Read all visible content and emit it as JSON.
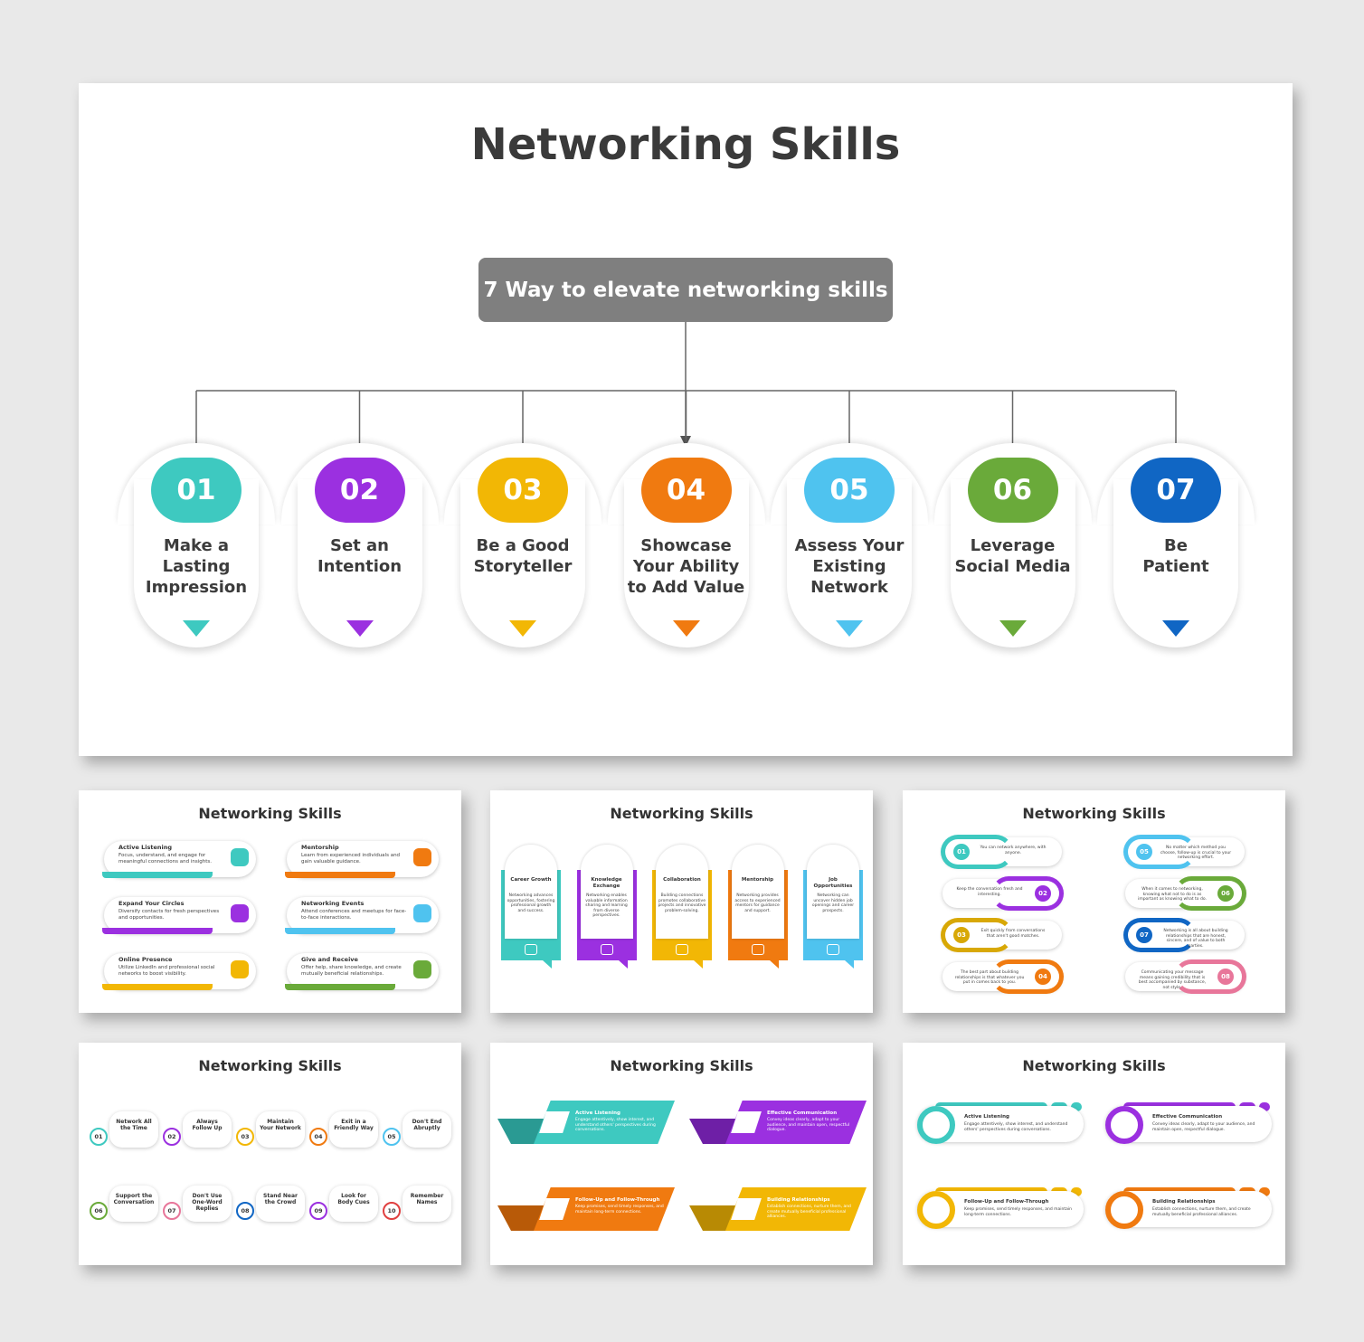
{
  "main": {
    "title": "Networking Skills",
    "subtitle": "7 Way to elevate networking skills",
    "steps": [
      {
        "num": "01",
        "label": "Make a\nLasting\nImpression",
        "color": "#3ec9c0"
      },
      {
        "num": "02",
        "label": "Set an\nIntention",
        "color": "#9b30e0"
      },
      {
        "num": "03",
        "label": "Be a Good\nStoryteller",
        "color": "#f2b705"
      },
      {
        "num": "04",
        "label": "Showcase\nYour Ability\nto Add Value",
        "color": "#f07a10"
      },
      {
        "num": "05",
        "label": "Assess Your\nExisting\nNetwork",
        "color": "#4fc3ef"
      },
      {
        "num": "06",
        "label": "Leverage\nSocial Media",
        "color": "#6aaa3a"
      },
      {
        "num": "07",
        "label": "Be\nPatient",
        "color": "#1066c4"
      }
    ]
  },
  "thumbs": {
    "t1": {
      "title": "Networking Skills",
      "items": [
        {
          "head": "Active Listening",
          "text": "Focus, understand, and engage for meaningful connections and insights.",
          "color": "#3ec9c0"
        },
        {
          "head": "Mentorship",
          "text": "Learn from experienced individuals and gain valuable guidance.",
          "color": "#f07a10"
        },
        {
          "head": "Expand Your Circles",
          "text": "Diversify contacts for fresh perspectives and opportunities.",
          "color": "#9b30e0"
        },
        {
          "head": "Networking Events",
          "text": "Attend conferences and meetups for face-to-face interactions.",
          "color": "#4fc3ef"
        },
        {
          "head": "Online Presence",
          "text": "Utilize LinkedIn and professional social networks to boost visibility.",
          "color": "#f2b705"
        },
        {
          "head": "Give and Receive",
          "text": "Offer help, share knowledge, and create mutually beneficial relationships.",
          "color": "#6aaa3a"
        }
      ]
    },
    "t2": {
      "title": "Networking Skills",
      "items": [
        {
          "head": "Career Growth",
          "text": "Networking advances opportunities, fostering professional growth and success.",
          "color": "#3ec9c0"
        },
        {
          "head": "Knowledge Exchange",
          "text": "Networking enables valuable information sharing and learning from diverse perspectives.",
          "color": "#9b30e0"
        },
        {
          "head": "Collaboration",
          "text": "Building connections promotes collaborative projects and innovative problem-solving.",
          "color": "#f2b705"
        },
        {
          "head": "Mentorship",
          "text": "Networking provides access to experienced mentors for guidance and support.",
          "color": "#f07a10"
        },
        {
          "head": "Job Opportunities",
          "text": "Networking can uncover hidden job openings and career prospects.",
          "color": "#4fc3ef"
        }
      ]
    },
    "t3": {
      "title": "Networking Skills",
      "items": [
        {
          "num": "01",
          "text": "You can network anywhere, with anyone.",
          "color": "#3ec9c0"
        },
        {
          "num": "02",
          "text": "Keep the conversation fresh and interesting.",
          "color": "#9b30e0"
        },
        {
          "num": "03",
          "text": "Exit quickly from conversations that aren't good matches.",
          "color": "#d8a806"
        },
        {
          "num": "04",
          "text": "The best part about building relationships is that whatever you put in comes back to you.",
          "color": "#f07a10"
        },
        {
          "num": "05",
          "text": "No matter which method you choose, follow-up is crucial to your networking effort.",
          "color": "#4fc3ef"
        },
        {
          "num": "06",
          "text": "When it comes to networking, knowing what not to do is as important as knowing what to do.",
          "color": "#6aaa3a"
        },
        {
          "num": "07",
          "text": "Networking is all about building relationships that are honest, sincere, and of value to both parties.",
          "color": "#1066c4"
        },
        {
          "num": "08",
          "text": "Communicating your message means gaining credibility that is best accompanied by substance, not style.",
          "color": "#e8769a"
        }
      ]
    },
    "t4": {
      "title": "Networking Skills",
      "items": [
        {
          "num": "01",
          "text": "Network All the Time",
          "color": "#3ec9c0"
        },
        {
          "num": "02",
          "text": "Always Follow Up",
          "color": "#9b30e0"
        },
        {
          "num": "03",
          "text": "Maintain Your Network",
          "color": "#f2b705"
        },
        {
          "num": "04",
          "text": "Exit in a Friendly Way",
          "color": "#f07a10"
        },
        {
          "num": "05",
          "text": "Don't End Abruptly",
          "color": "#4fc3ef"
        },
        {
          "num": "06",
          "text": "Support the Conversation",
          "color": "#6aaa3a"
        },
        {
          "num": "07",
          "text": "Don't Use One-Word Replies",
          "color": "#e8769a"
        },
        {
          "num": "08",
          "text": "Stand Near the Crowd",
          "color": "#1066c4"
        },
        {
          "num": "09",
          "text": "Look for Body Cues",
          "color": "#9b30e0"
        },
        {
          "num": "10",
          "text": "Remember Names",
          "color": "#e04040"
        }
      ]
    },
    "t5": {
      "title": "Networking Skills",
      "items": [
        {
          "head": "Active Listening",
          "text": "Engage attentively, show interest, and understand others' perspectives during conversations.",
          "color": "#3ec9c0",
          "dark": "#2a9a93"
        },
        {
          "head": "Effective Communication",
          "text": "Convey ideas clearly, adapt to your audience, and maintain open, respectful dialogue.",
          "color": "#9b30e0",
          "dark": "#6e1fa6"
        },
        {
          "head": "Follow-Up and Follow-Through",
          "text": "Keep promises, send timely responses, and maintain long-term connections.",
          "color": "#f07a10",
          "dark": "#b85a08"
        },
        {
          "head": "Building Relationships",
          "text": "Establish connections, nurture them, and create mutually beneficial professional alliances.",
          "color": "#f2b705",
          "dark": "#b88a04"
        }
      ]
    },
    "t6": {
      "title": "Networking Skills",
      "items": [
        {
          "head": "Active Listening",
          "text": "Engage attentively, show interest, and understand others' perspectives during conversations.",
          "color": "#3ec9c0"
        },
        {
          "head": "Effective Communication",
          "text": "Convey ideas clearly, adapt to your audience, and maintain open, respectful dialogue.",
          "color": "#9b30e0"
        },
        {
          "head": "Follow-Up and Follow-Through",
          "text": "Keep promises, send timely responses, and maintain long-term connections.",
          "color": "#f2b705"
        },
        {
          "head": "Building Relationships",
          "text": "Establish connections, nurture them, and create mutually beneficial professional alliances.",
          "color": "#f07a10"
        }
      ]
    }
  }
}
